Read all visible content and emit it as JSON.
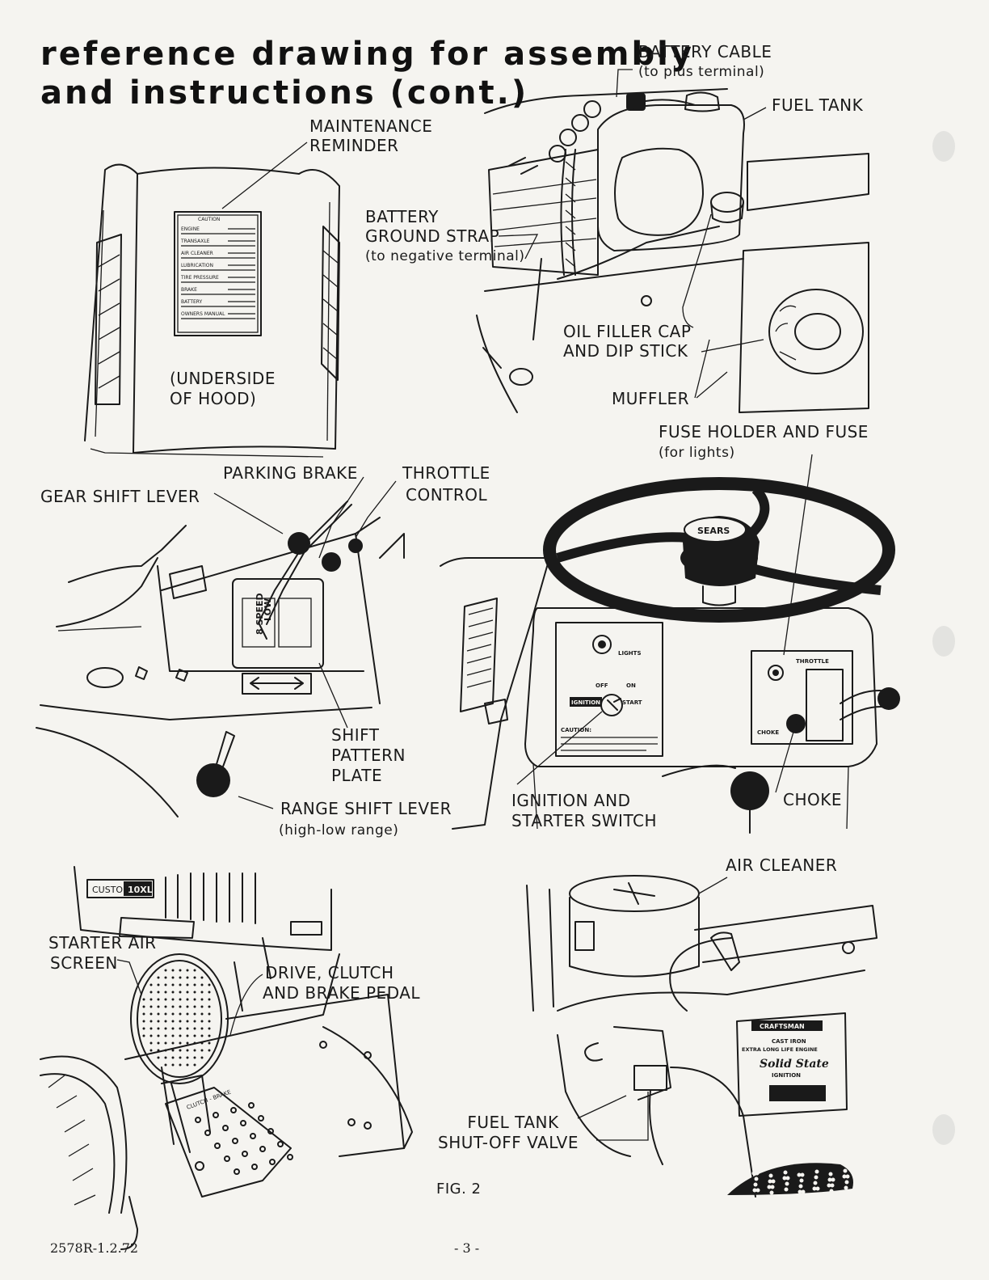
{
  "title": {
    "line1": "reference drawing for assembly",
    "line2": "and instructions (cont.)"
  },
  "labels": {
    "battery_cable": "BATTERY CABLE",
    "battery_cable_note": "(to plus terminal)",
    "fuel_tank": "FUEL TANK",
    "maintenance_reminder_1": "MAINTENANCE",
    "maintenance_reminder_2": "REMINDER",
    "battery_ground_strap_1": "BATTERY",
    "battery_ground_strap_2": "GROUND STRAP",
    "battery_ground_strap_note": "(to negative terminal)",
    "oil_filler_1": "OIL FILLER CAP",
    "oil_filler_2": "AND DIP STICK",
    "underside_1": "(UNDERSIDE",
    "underside_2": "OF HOOD)",
    "muffler": "MUFFLER",
    "fuse_holder": "FUSE HOLDER AND FUSE",
    "fuse_holder_note": "(for lights)",
    "parking_brake": "PARKING BRAKE",
    "throttle_control_1": "THROTTLE",
    "throttle_control_2": "CONTROL",
    "gear_shift_lever": "GEAR SHIFT LEVER",
    "shift_pattern_1": "SHIFT",
    "shift_pattern_2": "PATTERN",
    "shift_pattern_3": "PLATE",
    "range_shift_lever": "RANGE SHIFT LEVER",
    "range_shift_note": "(high-low range)",
    "ignition_1": "IGNITION AND",
    "ignition_2": "STARTER SWITCH",
    "choke": "CHOKE",
    "air_cleaner": "AIR CLEANER",
    "starter_air_1": "STARTER AIR",
    "starter_air_2": "SCREEN",
    "drive_clutch_1": "DRIVE, CLUTCH",
    "drive_clutch_2": "AND BRAKE PEDAL",
    "fuel_valve_1": "FUEL TANK",
    "fuel_valve_2": "SHUT-OFF VALVE"
  },
  "decal_hood": {
    "heading": "CAUTION",
    "rows": [
      "ENGINE",
      "TRANSAXLE",
      "AIR CLEANER",
      "LUBRICATION",
      "TIRE PRESSURE",
      "BRAKE",
      "BATTERY",
      "OWNERS MANUAL"
    ]
  },
  "dash_text": {
    "lights": "LIGHTS",
    "off": "OFF",
    "on": "ON",
    "ignition": "IGNITION",
    "start": "START",
    "caution": "CAUTION:",
    "throttle": "THROTTLE",
    "choke_small": "CHOKE",
    "wheel_brand": "SEARS"
  },
  "shift_plate": {
    "speed": "8 SPEED",
    "low": "LOW"
  },
  "tractor_badge": {
    "left": "CUSTOM",
    "right": "10XL"
  },
  "engine_decal": {
    "brand": "CRAFTSMAN",
    "line1": "CAST IRON",
    "line2": "EXTRA LONG LIFE ENGINE",
    "line3": "Solid State",
    "line4": "IGNITION"
  },
  "pedal_text": "CLUTCH - BRAKE",
  "figure_caption": "FIG. 2",
  "footer": {
    "code": "2578R-1.2.72",
    "page": "- 3 -"
  }
}
